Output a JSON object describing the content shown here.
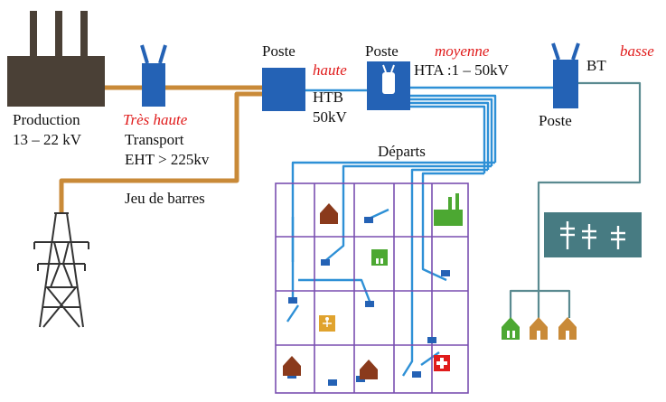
{
  "labels": {
    "production": "Production",
    "production_voltage": "13 – 22 kV",
    "tres_haute": "Très haute",
    "transport": "Transport",
    "eht": "EHT > 225kv",
    "jeu_de_barres": "Jeu de barres",
    "poste_1": "Poste",
    "haute": "haute",
    "htb": "HTB",
    "htb_voltage": "50kV",
    "poste_2": "Poste",
    "moyenne": "moyenne",
    "hta": "HTA :1 – 50kV",
    "departs": "Départs",
    "basse": "basse",
    "bt": "BT",
    "poste_3": "Poste"
  },
  "colors": {
    "transport_line": "#c98a38",
    "distribution_line": "#2e90d6",
    "bt_line": "#5a8a90",
    "substation": "#2462b5",
    "factory": "#4a4036",
    "house": "#8a3a1c",
    "grid": "#7a4fb0",
    "green": "#4ca832",
    "orange": "#c98a38",
    "red_accent": "#e01b1b",
    "teal_panel": "#477b82"
  },
  "icons": {
    "production": "power-plant-icon",
    "pylon": "pylon-icon",
    "transformer_1": "transformer-icon",
    "transformer_2": "transformer-icon",
    "substation_htb": "substation-icon",
    "substation_hta": "substation-icon",
    "bt_panel": "bt-switchboard-icon",
    "hospital": "hospital-icon",
    "factory": "factory-icon"
  }
}
